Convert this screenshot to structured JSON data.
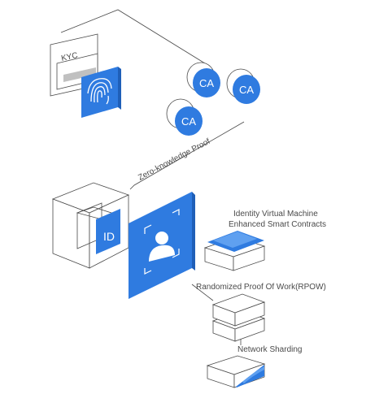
{
  "labels": {
    "kyc": "KYC",
    "ca": [
      "CA",
      "CA",
      "CA"
    ],
    "zkp": "Zero-knowledge Proof",
    "id": "ID",
    "ivm_line1": "Identity Virtual Machine",
    "ivm_line2": "Enhanced Smart Contracts",
    "rpow": "Randomized Proof Of Work(RPOW)",
    "sharding": "Network Sharding"
  },
  "colors": {
    "accent": "#2F7BE0",
    "accent_light": "#5FA0F0",
    "line": "#4a4a4a",
    "box_fill": "#ffffff",
    "text": "#4a4a4a"
  },
  "icons": [
    "fingerprint-icon",
    "user-portrait-icon"
  ]
}
